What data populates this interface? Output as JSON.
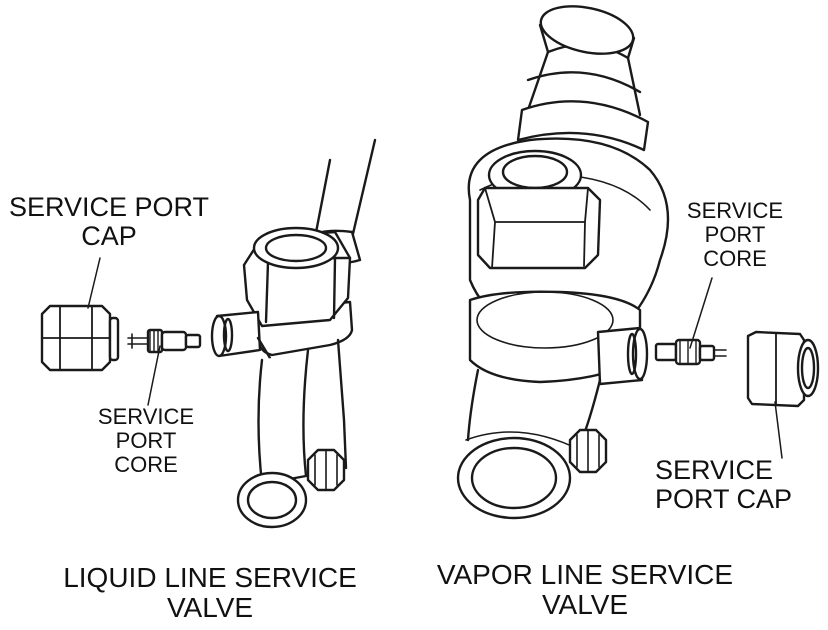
{
  "labels": {
    "service_port_cap_left": [
      "SERVICE PORT",
      "CAP"
    ],
    "service_port_core_left": [
      "SERVICE",
      "PORT",
      "CORE"
    ],
    "service_port_core_right": [
      "SERVICE",
      "PORT",
      "CORE"
    ],
    "service_port_cap_right": [
      "SERVICE",
      "PORT CAP"
    ],
    "liquid_valve_caption": [
      "LIQUID LINE SERVICE",
      "VALVE"
    ],
    "vapor_valve_caption": [
      "VAPOR LINE SERVICE",
      "VALVE"
    ]
  }
}
